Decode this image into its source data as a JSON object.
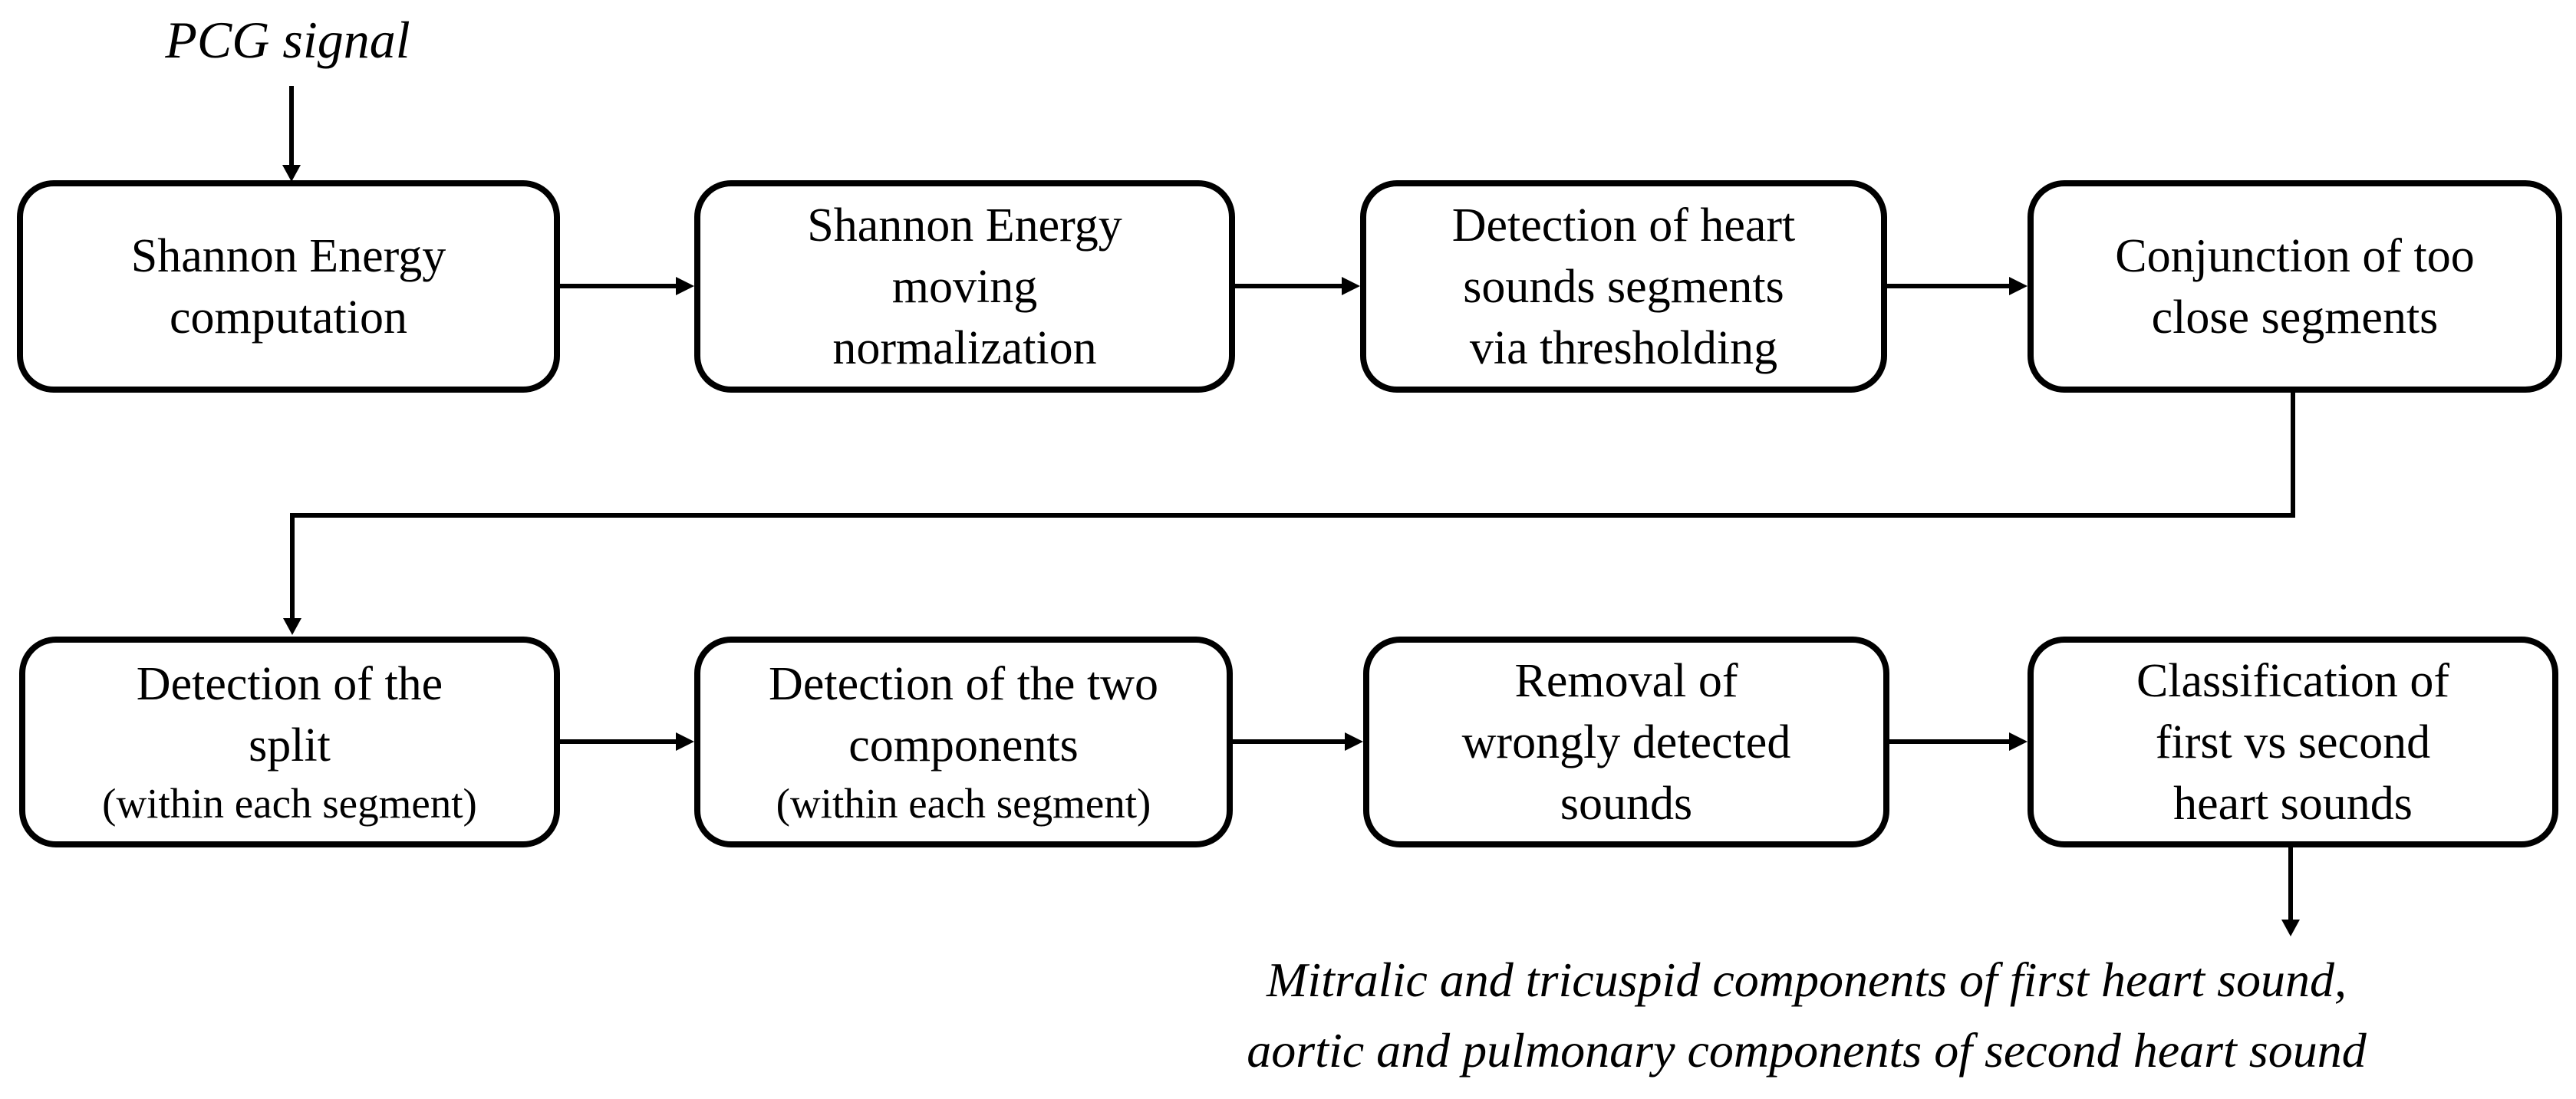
{
  "diagram": {
    "title_semantic": "PCG heart-sound segmentation pipeline flowchart",
    "background_color": "#ffffff",
    "stroke_color": "#000000",
    "input_label": "PCG signal",
    "row1": [
      {
        "label": "Shannon Energy\ncomputation"
      },
      {
        "label": "Shannon Energy\nmoving\nnormalization"
      },
      {
        "label": "Detection of heart\nsounds segments\nvia thresholding"
      },
      {
        "label": "Conjunction of too\nclose segments"
      }
    ],
    "row2": [
      {
        "label": "Detection of the\nsplit",
        "sublabel": "(within each segment)"
      },
      {
        "label": "Detection of the two\ncomponents",
        "sublabel": "(within each segment)"
      },
      {
        "label": "Removal of\nwrongly detected\nsounds"
      },
      {
        "label": "Classification of\nfirst vs second\nheart sounds"
      }
    ],
    "output_label": "Mitralic and tricuspid components of first heart sound,\naortic and pulmonary components of second heart sound"
  }
}
